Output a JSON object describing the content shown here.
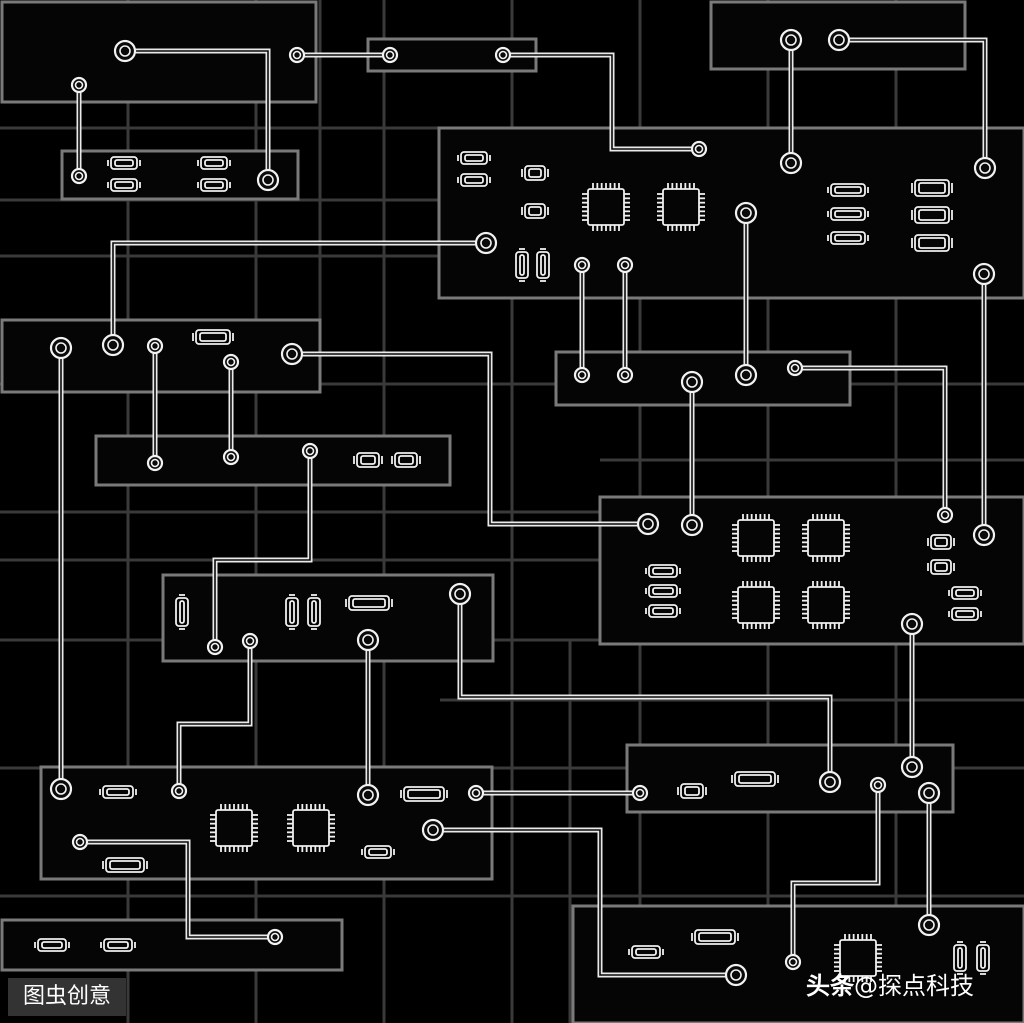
{
  "image": {
    "description_free": true,
    "palette": {
      "background": "#000000",
      "grid": "#3a3a3a",
      "module_border": "#7a7a7a",
      "trace": "#eaeaea"
    }
  },
  "watermarks": {
    "left_text": "图虫创意",
    "right_brand": "头条",
    "right_handle": "@探点科技"
  }
}
